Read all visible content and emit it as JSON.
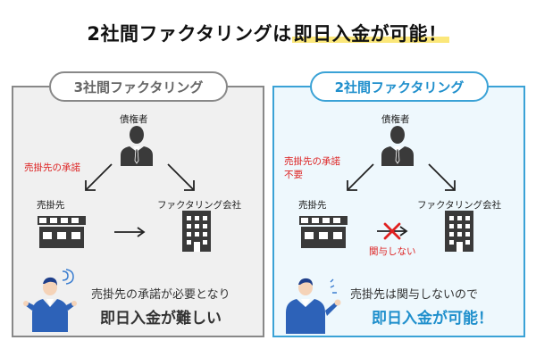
{
  "title": {
    "prefix": "2社間ファクタリングは",
    "highlight": "即日入金が可能！"
  },
  "left_panel": {
    "label": "3社間ファクタリング",
    "creditor": "債権者",
    "consent_label": "売掛先の承諾",
    "debtor": "売掛先",
    "factoring_company": "ファクタリング会社",
    "caption_line1": "売掛先の承諾が必要となり",
    "caption_line2": "即日入金が難しい"
  },
  "right_panel": {
    "label": "2社間ファクタリング",
    "creditor": "債権者",
    "consent_label_line1": "売掛先の承諾",
    "consent_label_line2": "不要",
    "debtor": "売掛先",
    "no_involvement": "関与しない",
    "factoring_company": "ファクタリング会社",
    "caption_line1": "売掛先は関与しないので",
    "caption_line2": "即日入金が可能！"
  },
  "colors": {
    "accent_blue": "#1f8fcc",
    "panel_blue_border": "#3aa2d6",
    "highlight_yellow": "#fbe77a",
    "red": "#dd2222",
    "grey_border": "#888888"
  }
}
